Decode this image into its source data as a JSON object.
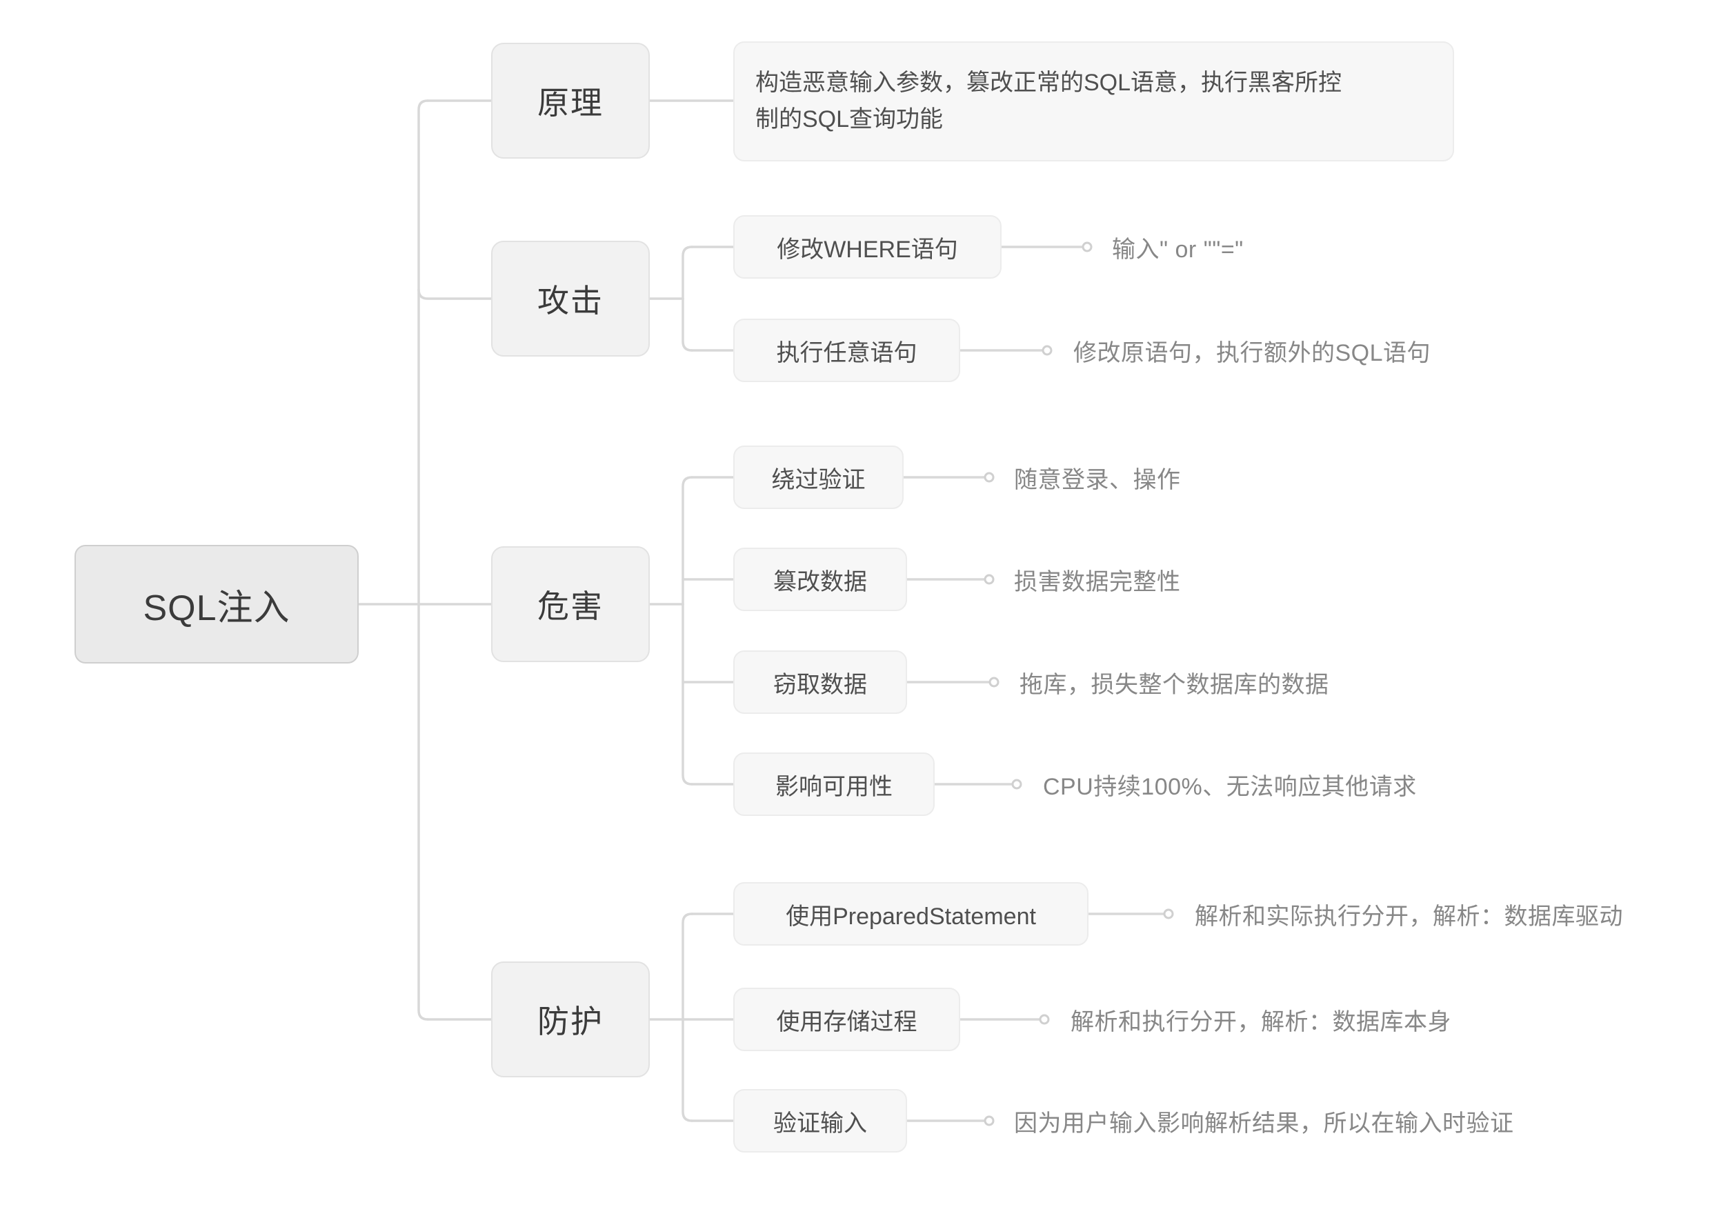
{
  "mindmap": {
    "title": "SQL注入",
    "root": {
      "label": "SQL注入"
    },
    "branches": [
      {
        "label": "原理",
        "children": [
          {
            "label": "构造恶意输入参数，篡改正常的SQL语意，执行黑客所控\n制的SQL查询功能",
            "type": "paragraph"
          }
        ]
      },
      {
        "label": "攻击",
        "children": [
          {
            "label": "修改WHERE语句",
            "type": "box",
            "leaf": "输入\" or \"\"=\""
          },
          {
            "label": "执行任意语句",
            "type": "box",
            "leaf": "修改原语句，执行额外的SQL语句"
          }
        ]
      },
      {
        "label": "危害",
        "children": [
          {
            "label": "绕过验证",
            "type": "box",
            "leaf": "随意登录、操作"
          },
          {
            "label": "篡改数据",
            "type": "box",
            "leaf": "损害数据完整性"
          },
          {
            "label": "窃取数据",
            "type": "box",
            "leaf": "拖库，损失整个数据库的数据"
          },
          {
            "label": "影响可用性",
            "type": "box",
            "leaf": "CPU持续100%、无法响应其他请求"
          }
        ]
      },
      {
        "label": "防护",
        "children": [
          {
            "label": "使用PreparedStatement",
            "type": "box",
            "leaf": "解析和实际执行分开，解析：数据库驱动"
          },
          {
            "label": "使用存储过程",
            "type": "box",
            "leaf": "解析和执行分开，解析：数据库本身"
          },
          {
            "label": "验证输入",
            "type": "box",
            "leaf": "因为用户输入影响解析结果，所以在输入时验证"
          }
        ]
      }
    ]
  },
  "nodes": {
    "root": "SQL注入",
    "b0_label": "原理",
    "b0_c0": "构造恶意输入参数，篡改正常的SQL语意，执行黑客所控\n制的SQL查询功能",
    "b1_label": "攻击",
    "b1_c0": "修改WHERE语句",
    "b1_c0_leaf": "输入\" or \"\"=\"",
    "b1_c1": "执行任意语句",
    "b1_c1_leaf": "修改原语句，执行额外的SQL语句",
    "b2_label": "危害",
    "b2_c0": "绕过验证",
    "b2_c0_leaf": "随意登录、操作",
    "b2_c1": "篡改数据",
    "b2_c1_leaf": "损害数据完整性",
    "b2_c2": "窃取数据",
    "b2_c2_leaf": "拖库，损失整个数据库的数据",
    "b2_c3": "影响可用性",
    "b2_c3_leaf": "CPU持续100%、无法响应其他请求",
    "b3_label": "防护",
    "b3_c0": "使用PreparedStatement",
    "b3_c0_leaf": "解析和实际执行分开，解析：数据库驱动",
    "b3_c1": "使用存储过程",
    "b3_c1_leaf": "解析和执行分开，解析：数据库本身",
    "b3_c2": "验证输入",
    "b3_c2_leaf": "因为用户输入影响解析结果，所以在输入时验证"
  },
  "colors": {
    "root_fill": "#eaeaea",
    "root_border": "#cfcfcf",
    "branch_fill": "#f2f2f2",
    "branch_border": "#e2e2e2",
    "box_fill": "#f7f7f7",
    "box_border": "#ececec",
    "wire": "#d8d8d8",
    "text_dark": "#3b3b3b",
    "text_mid": "#4f4f4f",
    "text_light": "#878787",
    "background": "#ffffff"
  }
}
